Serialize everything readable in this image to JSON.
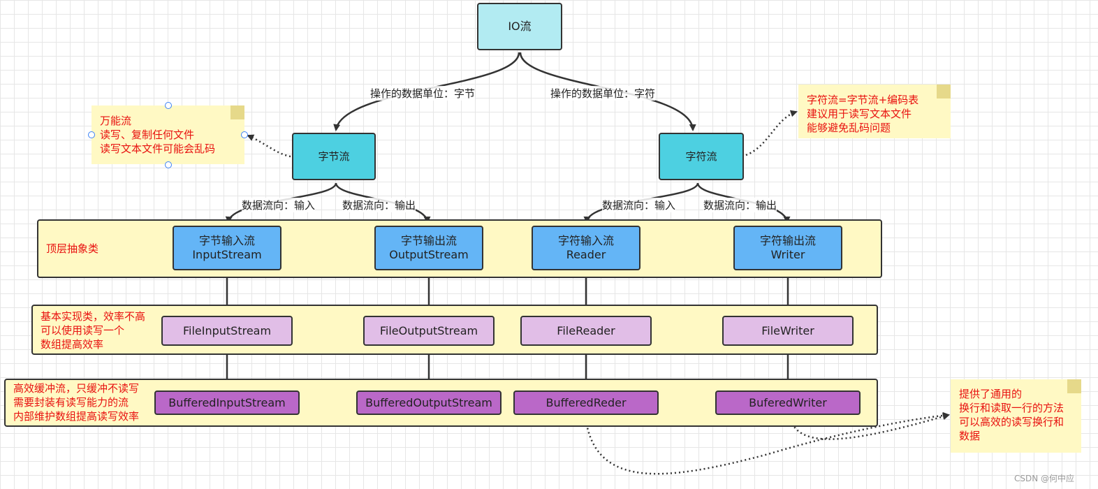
{
  "root": {
    "label": "IO流"
  },
  "edges": {
    "left_label": "操作的数据单位：字节",
    "right_label": "操作的数据单位：字符",
    "byte_in": "数据流向：输入",
    "byte_out": "数据流向：输出",
    "char_in": "数据流向：输入",
    "char_out": "数据流向：输出"
  },
  "categories": {
    "byte": "字节流",
    "char": "字符流"
  },
  "notes": {
    "byte": [
      "万能流",
      "读写、复制任何文件",
      "读写文本文件可能会乱码"
    ],
    "char": [
      "字符流=字节流+编码表",
      "建议用于读写文本文件",
      "能够避免乱码问题"
    ],
    "buffered_writer": [
      "提供了通用的",
      "换行和读取一行的方法",
      "可以高效的读写换行和",
      "数据"
    ]
  },
  "bands": {
    "top": [
      "顶层抽象类"
    ],
    "basic": [
      "基本实现类，效率不高",
      "可以使用读写一个",
      "数组提高效率"
    ],
    "buffered": [
      "高效缓冲流，只缓冲不读写",
      "需要封装有读写能力的流",
      "内部维护数组提高读写效率"
    ]
  },
  "abstract_classes": [
    {
      "cn": "字节输入流",
      "en": "InputStream"
    },
    {
      "cn": "字节输出流",
      "en": "OutputStream"
    },
    {
      "cn": "字符输入流",
      "en": "Reader"
    },
    {
      "cn": "字符输出流",
      "en": "Writer"
    }
  ],
  "impl_classes": [
    "FileInputStream",
    "FileOutputStream",
    "FileReader",
    "FileWriter"
  ],
  "buffered_classes": [
    "BufferedInputStream",
    "BufferedOutputStream",
    "BufferedReder",
    "BuferedWriter"
  ],
  "watermark": "CSDN @何中应",
  "colors": {
    "root": "#b2ebf2",
    "category": "#4dd0e1",
    "abstract": "#64b5f6",
    "impl": "#e1bee7",
    "buffered": "#ba68c8",
    "band": "#fff9c4",
    "note_text": "#e8110f"
  }
}
